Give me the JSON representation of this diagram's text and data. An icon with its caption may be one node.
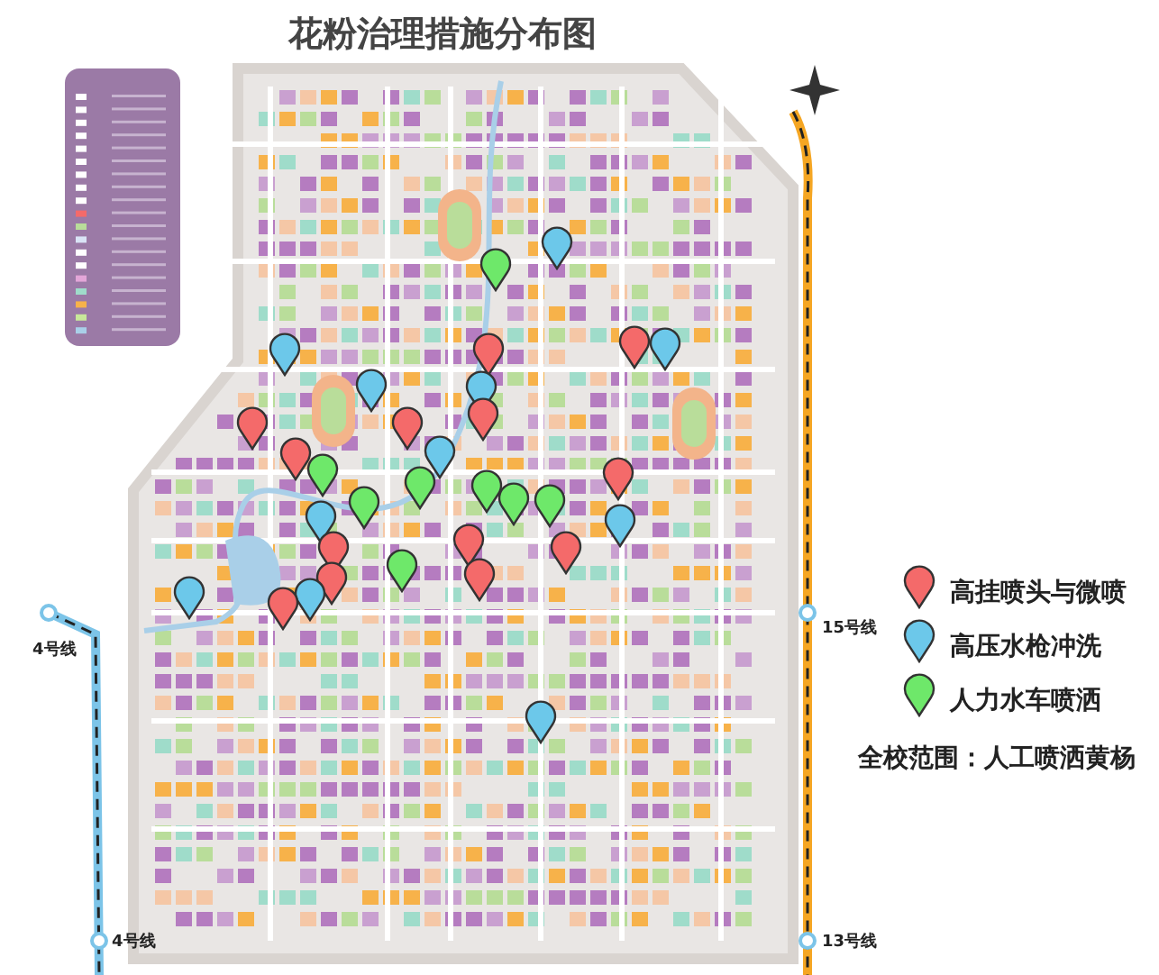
{
  "diagram": {
    "title": "花粉治理措施分布图",
    "labels": [
      "4号线",
      "4号线",
      "13号线",
      "15号线",
      "全校范围：人工喷洒黄杨"
    ],
    "legend": [
      {
        "text": "高挂喷头与微喷",
        "color": "#f46a6a"
      },
      {
        "text": "高压水枪冲洗",
        "color": "#6cc8ea"
      },
      {
        "text": "人力水车喷洒",
        "color": "#6ee86a"
      }
    ]
  }
}
